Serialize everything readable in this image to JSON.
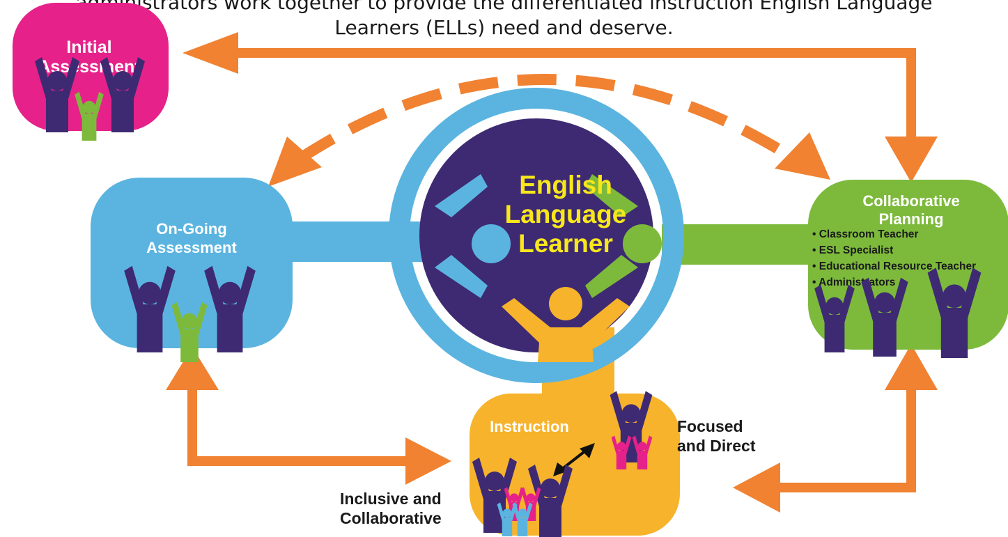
{
  "intro": {
    "line1": "administrators work together to provide the differentiated instruction English Language",
    "line2": "Learners (ELLs) need and deserve."
  },
  "center": {
    "line1": "English",
    "line2": "Language",
    "line3": "Learner"
  },
  "initial_assessment": {
    "line1": "Initial",
    "line2": "Assessment"
  },
  "ongoing_assessment": {
    "line1": "On-Going",
    "line2": "Assessment"
  },
  "collaborative_planning": {
    "line1": "Collaborative",
    "line2": "Planning",
    "items": [
      "• Classroom Teacher",
      "• ESL Specialist",
      "• Educational Resource Teacher",
      "• Administrators"
    ]
  },
  "instruction": {
    "title": "Instruction",
    "focused_line1": "Focused",
    "focused_line2": "and Direct",
    "inclusive_line1": "Inclusive and",
    "inclusive_line2": "Collaborative"
  },
  "colors": {
    "orange": "#F08232",
    "magenta": "#E6218A",
    "blue": "#5BB4E0",
    "green": "#7DBA3C",
    "yellow": "#F7B32B",
    "purple": "#3E2A72",
    "center_text": "#F7E71C"
  }
}
